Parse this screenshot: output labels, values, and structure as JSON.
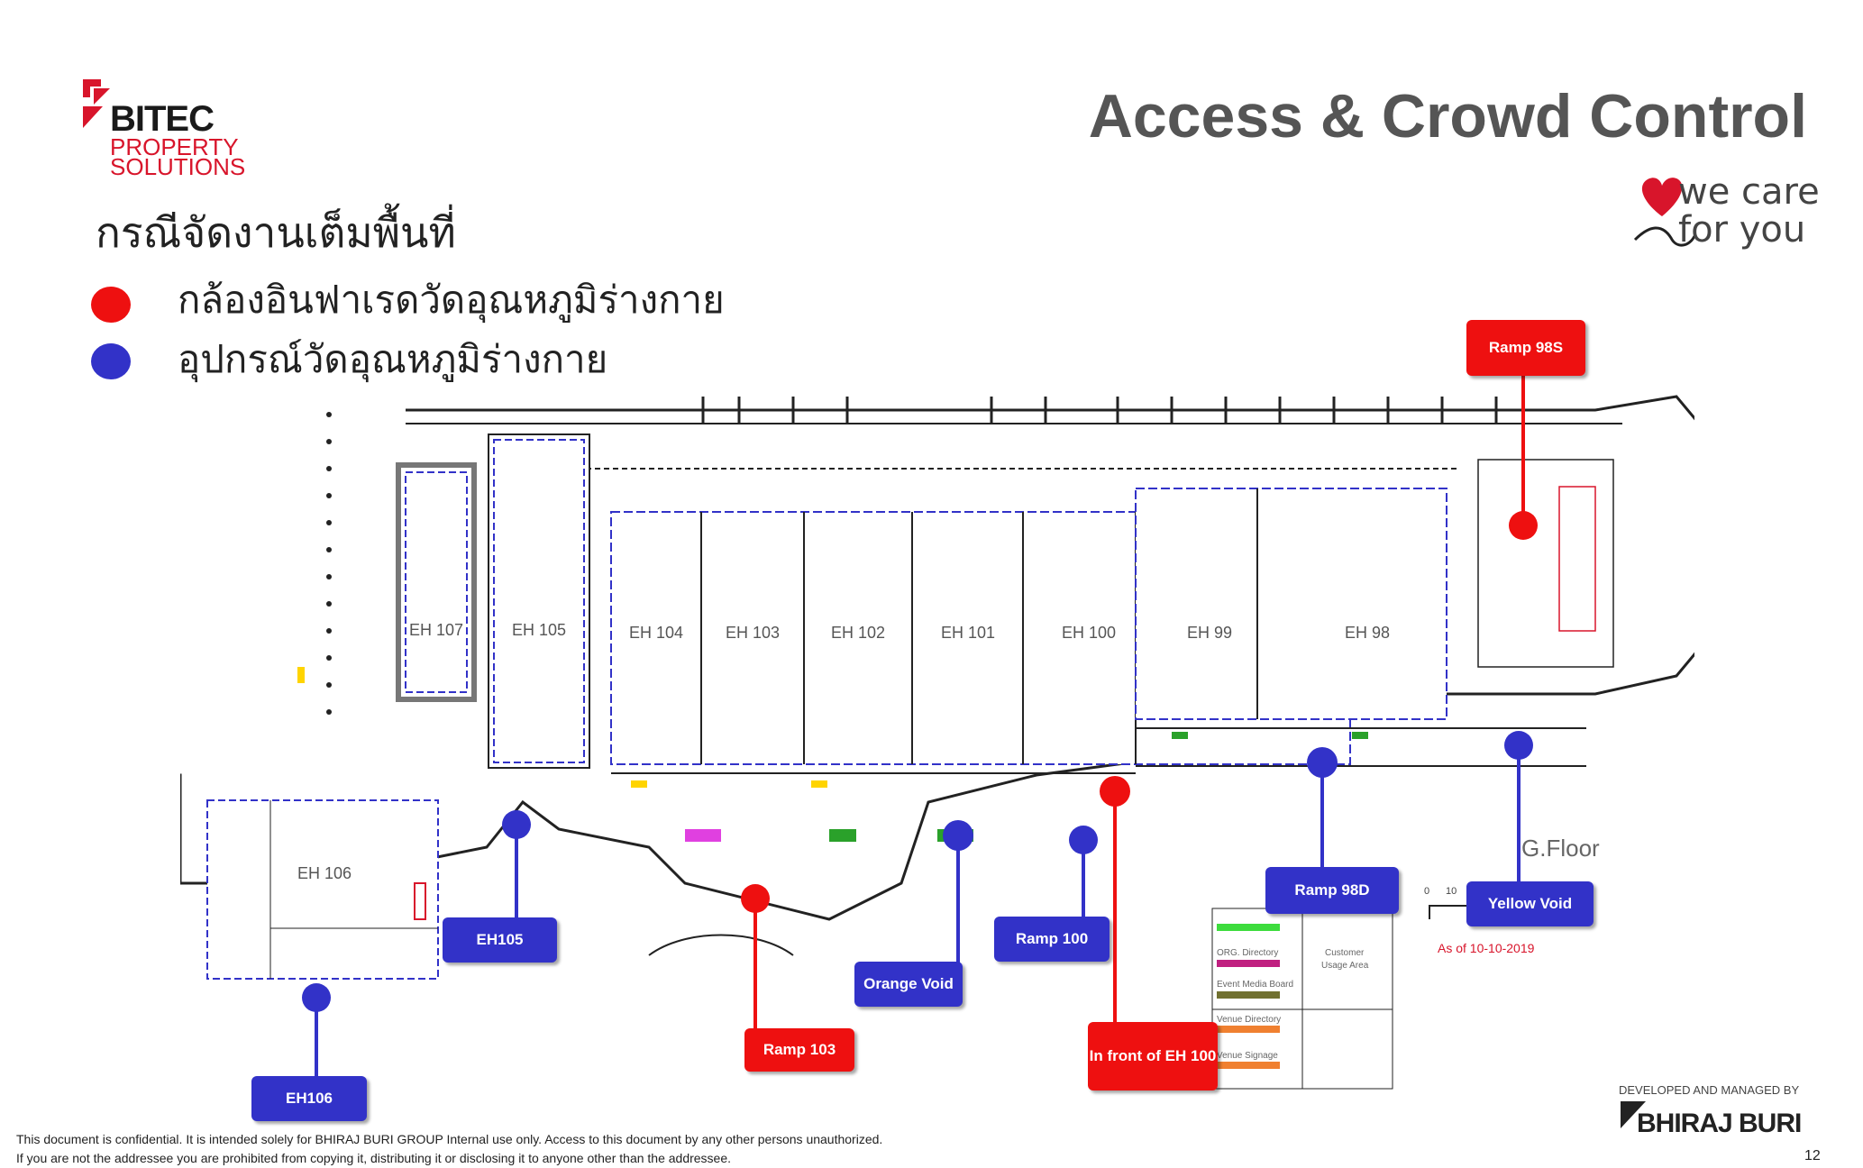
{
  "logo": {
    "name": "BITEC",
    "line1": "PROPERTY",
    "line2": "SOLUTIONS"
  },
  "title": "Access & Crowd Control",
  "care_logo": {
    "line1": "we care",
    "line2": "for you"
  },
  "subtitle": "กรณีจัดงานเต็มพื้นที่",
  "legend": [
    {
      "color": "#ee1010",
      "label": "กล้องอินฟาเรดวัดอุณหภูมิร่างกาย"
    },
    {
      "color": "#3232c8",
      "label": "อุปกรณ์วัดอุณหภูมิร่างกาย"
    }
  ],
  "halls": [
    "EH 107",
    "EH 105",
    "EH 104",
    "EH 103",
    "EH 102",
    "EH 101",
    "EH 100",
    "EH 99",
    "EH 98",
    "EH 106"
  ],
  "floor_label": "G.Floor",
  "scale_labels": [
    "0",
    "10"
  ],
  "as_of": "As of 10-10-2019",
  "plan_legend": {
    "items": [
      "ORG. Directory",
      "Event Media Board",
      "Venue Directory",
      "Venue Signage"
    ],
    "usage_area": [
      "Customer",
      "Usage Area"
    ]
  },
  "callouts": [
    {
      "label": "Ramp 98S",
      "kind": "red"
    },
    {
      "label": "EH105",
      "kind": "blue"
    },
    {
      "label": "Orange Void",
      "kind": "blue"
    },
    {
      "label": "Ramp 100",
      "kind": "blue"
    },
    {
      "label": "Ramp 98D",
      "kind": "blue"
    },
    {
      "label": "Yellow Void",
      "kind": "blue"
    },
    {
      "label": "EH106",
      "kind": "blue"
    },
    {
      "label": "Ramp 103",
      "kind": "red"
    },
    {
      "label": "In front of EH 100",
      "kind": "red"
    }
  ],
  "colors": {
    "red": "#ee1010",
    "blue": "#3232c8",
    "brand_red": "#d8152b"
  },
  "footer": {
    "line1": "This document is confidential. It is intended solely for BHIRAJ BURI GROUP Internal use only. Access to this document by any other persons unauthorized.",
    "line2": "If you are not the addressee you are prohibited from copying it, distributing it or disclosing it to anyone other than the addressee.",
    "developed_by": "DEVELOPED AND MANAGED BY",
    "company": "BHIRAJ BURI",
    "page_number": "12"
  }
}
